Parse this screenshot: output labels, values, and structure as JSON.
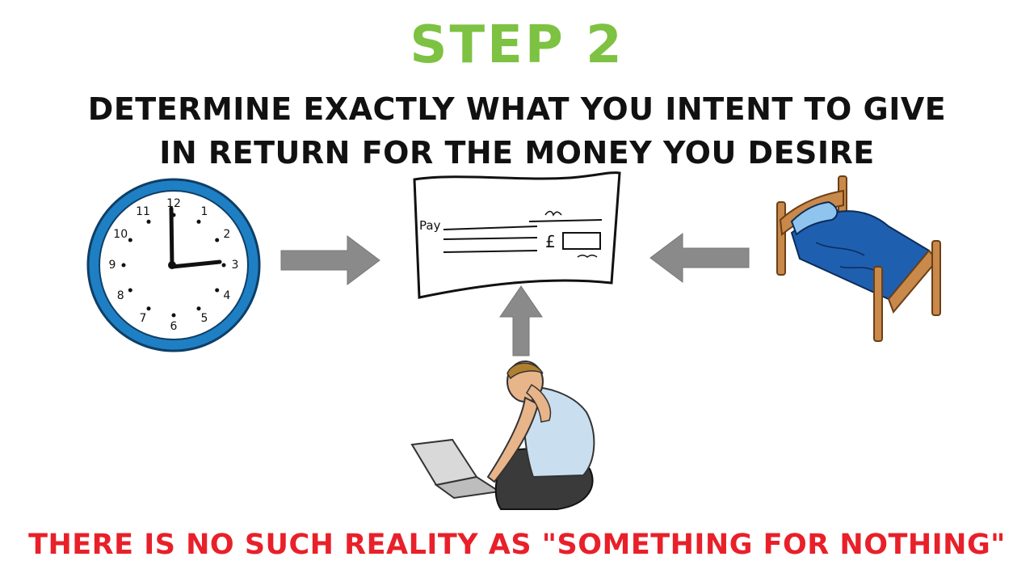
{
  "slide": {
    "step_title": "STEP 2",
    "headline_line1": "DETERMINE EXACTLY WHAT YOU INTENT TO GIVE",
    "headline_line2": "IN RETURN FOR THE MONEY YOU DESIRE",
    "footer": "THERE IS NO SUCH REALITY AS \"SOMETHING FOR NOTHING\""
  },
  "clock": {
    "numerals": [
      "12",
      "1",
      "2",
      "3",
      "4",
      "5",
      "6",
      "7",
      "8",
      "9",
      "10",
      "11"
    ]
  },
  "cheque": {
    "pay_label": "Pay",
    "currency_symbol": "£"
  },
  "colors": {
    "step_green": "#7dc242",
    "headline_black": "#111111",
    "footer_red": "#e8202a",
    "arrow_gray": "#8a8a8a",
    "clock_blue": "#1f7fc4",
    "bed_blue": "#1f5fb0",
    "bed_wood": "#c8894a"
  },
  "icons": [
    "clock-icon",
    "cheque-icon",
    "bed-icon",
    "person-laptop-icon",
    "arrow-right-icon",
    "arrow-left-icon",
    "arrow-up-icon"
  ]
}
